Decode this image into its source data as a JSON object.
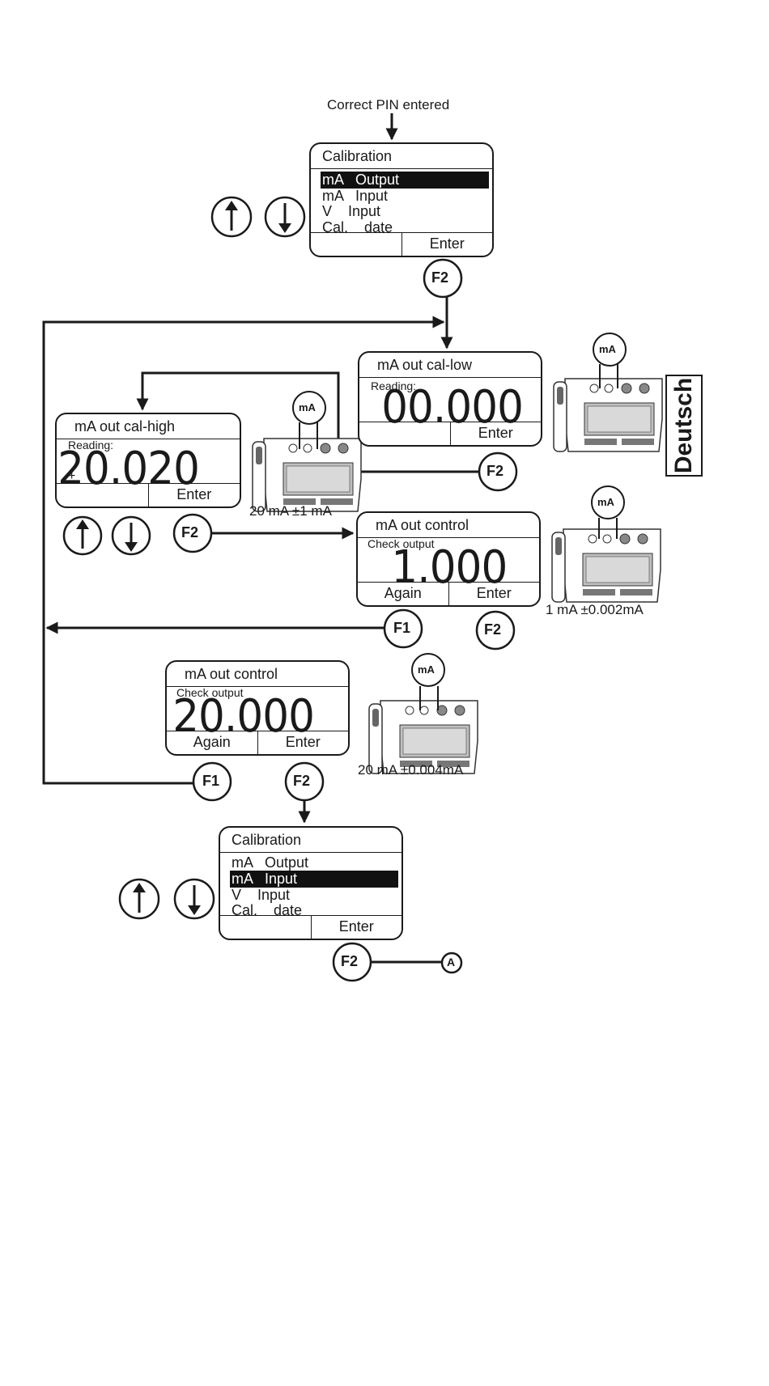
{
  "header_text": "Correct PIN entered",
  "language_tab": "Deutsch",
  "menu1": {
    "title": "Calibration",
    "items": [
      "mA   Output",
      "mA   Input",
      "V    Input",
      "Cal.    date"
    ],
    "selected": 0,
    "softkeys": [
      "",
      "Enter"
    ]
  },
  "screen_low": {
    "title": "mA out cal-low",
    "reading_label": "Reading:",
    "value": "00.000",
    "softkeys": [
      "",
      "Enter"
    ]
  },
  "screen_high": {
    "title": "mA out cal-high",
    "reading_label": "Reading:",
    "sign": "+",
    "value": "20.020",
    "softkeys": [
      "",
      "Enter"
    ],
    "tolerance": "20 mA ±1 mA"
  },
  "screen_ctrl1": {
    "title": "mA out control",
    "label": "Check output",
    "value": "1.000",
    "softkeys": [
      "Again",
      "Enter"
    ],
    "tolerance": "1 mA ±0.002mA"
  },
  "screen_ctrl2": {
    "title": "mA out control",
    "label": "Check output",
    "value": "20.000",
    "softkeys": [
      "Again",
      "Enter"
    ],
    "tolerance": "20 mA ±0.004mA"
  },
  "menu2": {
    "title": "Calibration",
    "items": [
      "mA   Output",
      "mA   Input",
      "V    Input",
      "Cal.    date"
    ],
    "selected": 1,
    "softkeys": [
      "",
      "Enter"
    ]
  },
  "keys": {
    "f1": "F1",
    "f2": "F2",
    "connector": "A",
    "ma": "mA"
  },
  "icons": [
    "up-arrow-icon",
    "down-arrow-icon",
    "calibrator-device-icon",
    "ma-terminal-icon"
  ]
}
